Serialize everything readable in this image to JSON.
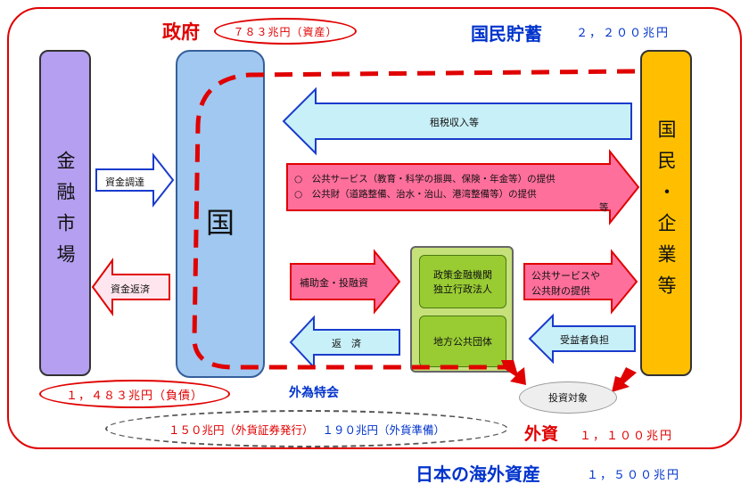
{
  "government": {
    "title": "政府",
    "assets": "７８３兆円（資産）"
  },
  "savings": {
    "title": "国民貯蓄",
    "amount": "２，２００兆円"
  },
  "financial_market": {
    "label": "金融市場"
  },
  "state": {
    "label": "国"
  },
  "people": {
    "label": "国民・企業等"
  },
  "arrows": {
    "tax": "租税収入等",
    "fund_raising": "資金調達",
    "fund_repay": "資金返済",
    "public_service_1": "○　公共サービス（教育・科学の振興、保険・年金等）の提供",
    "public_service_2": "○　公共財（道路整備、治水・治山、港湾整備等）の提供",
    "public_service_etc": "等",
    "subsidy": "補助金・投融資",
    "repayment": "返　済",
    "local_service_1": "公共サービスや",
    "local_service_2": "公共財の提供",
    "beneficiary": "受益者負担"
  },
  "middle": {
    "box1_line1": "政策金融機関",
    "box1_line2": "独立行政法人",
    "box2": "地方公共団体"
  },
  "investment_target": "投資対象",
  "debt": "１，４８３兆円（負債）",
  "fx_special": "外為特会",
  "fx_detail_1": "１５０兆円（外貨証券発行）",
  "fx_detail_2": "１９０兆円（外貨準備）",
  "foreign_assets_title": "外資",
  "foreign_assets_amount": "１，１００兆円",
  "overseas_title": "日本の海外資産",
  "overseas_amount": "１，５００兆円",
  "colors": {
    "red": "#e00000",
    "blue": "#0033cc",
    "state_fill": "#a0c8f0",
    "market_fill": "#b59ff0",
    "people_fill": "#ffbf00",
    "arrow_pink": "#ff6f9c",
    "arrow_lightblue": "#c8f0f8",
    "mid_fill": "#99cc33"
  }
}
